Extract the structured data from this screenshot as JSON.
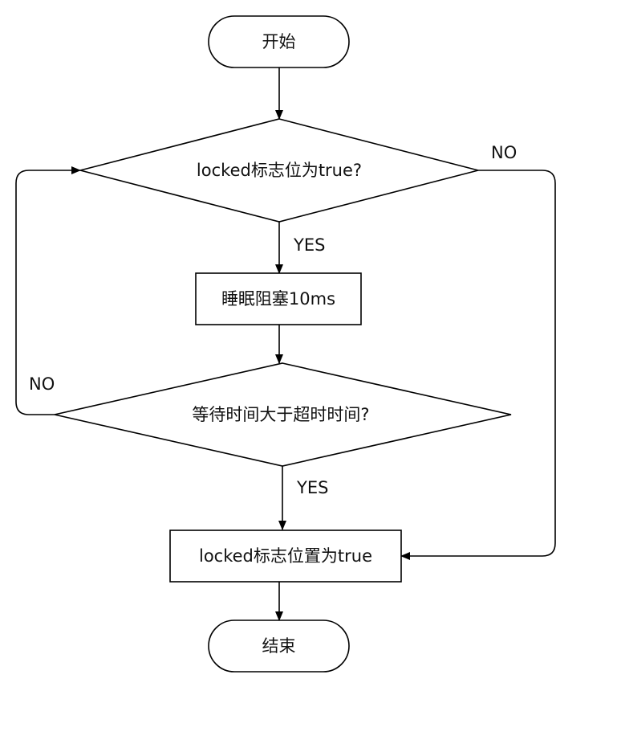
{
  "diagram": {
    "nodes": {
      "start": {
        "label": "开始",
        "shape": "terminal"
      },
      "decision_locked": {
        "label": "locked标志位为true?",
        "shape": "decision"
      },
      "process_sleep": {
        "label": "睡眠阻塞10ms",
        "shape": "process"
      },
      "decision_timeout": {
        "label": "等待时间大于超时时间?",
        "shape": "decision"
      },
      "process_set": {
        "label": "locked标志位置为true",
        "shape": "process"
      },
      "end": {
        "label": "结束",
        "shape": "terminal"
      }
    },
    "edges": {
      "start_to_locked": {
        "from": "start",
        "to": "decision_locked",
        "label": ""
      },
      "locked_yes": {
        "from": "decision_locked",
        "to": "process_sleep",
        "label": "YES"
      },
      "locked_no": {
        "from": "decision_locked",
        "to": "process_set",
        "label": "NO"
      },
      "sleep_to_timeout": {
        "from": "process_sleep",
        "to": "decision_timeout",
        "label": ""
      },
      "timeout_yes": {
        "from": "decision_timeout",
        "to": "process_set",
        "label": "YES"
      },
      "timeout_no": {
        "from": "decision_timeout",
        "to": "decision_locked",
        "label": "NO"
      },
      "set_to_end": {
        "from": "process_set",
        "to": "end",
        "label": ""
      }
    },
    "colors": {
      "stroke": "#000000",
      "fill": "#ffffff",
      "text": "#111111"
    }
  }
}
